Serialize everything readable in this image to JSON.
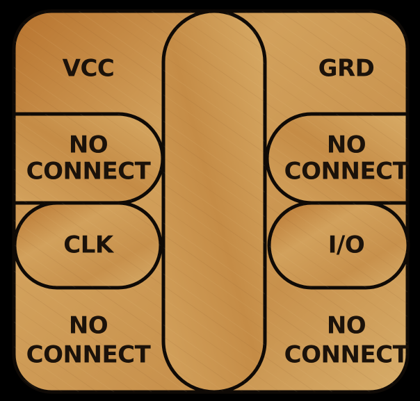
{
  "diagram": {
    "title": "",
    "colors": {
      "background": "#000000",
      "gold_light": "#d9a862",
      "gold_mid": "#c98f47",
      "gold_dark": "#a66a2c",
      "outline": "#0f0a06",
      "label": "#1b120a"
    },
    "pads": {
      "vcc": {
        "label": "VCC"
      },
      "grd": {
        "label": "GRD"
      },
      "left_upper_nc": {
        "line1": "NO",
        "line2": "CONNECT"
      },
      "right_upper_nc": {
        "line1": "NO",
        "line2": "CONNECT"
      },
      "clk": {
        "label": "CLK"
      },
      "io": {
        "label": "I/O"
      },
      "left_lower_nc": {
        "line1": "NO",
        "line2": "CONNECT"
      },
      "right_lower_nc": {
        "line1": "NO",
        "line2": "CONNECT"
      }
    }
  }
}
